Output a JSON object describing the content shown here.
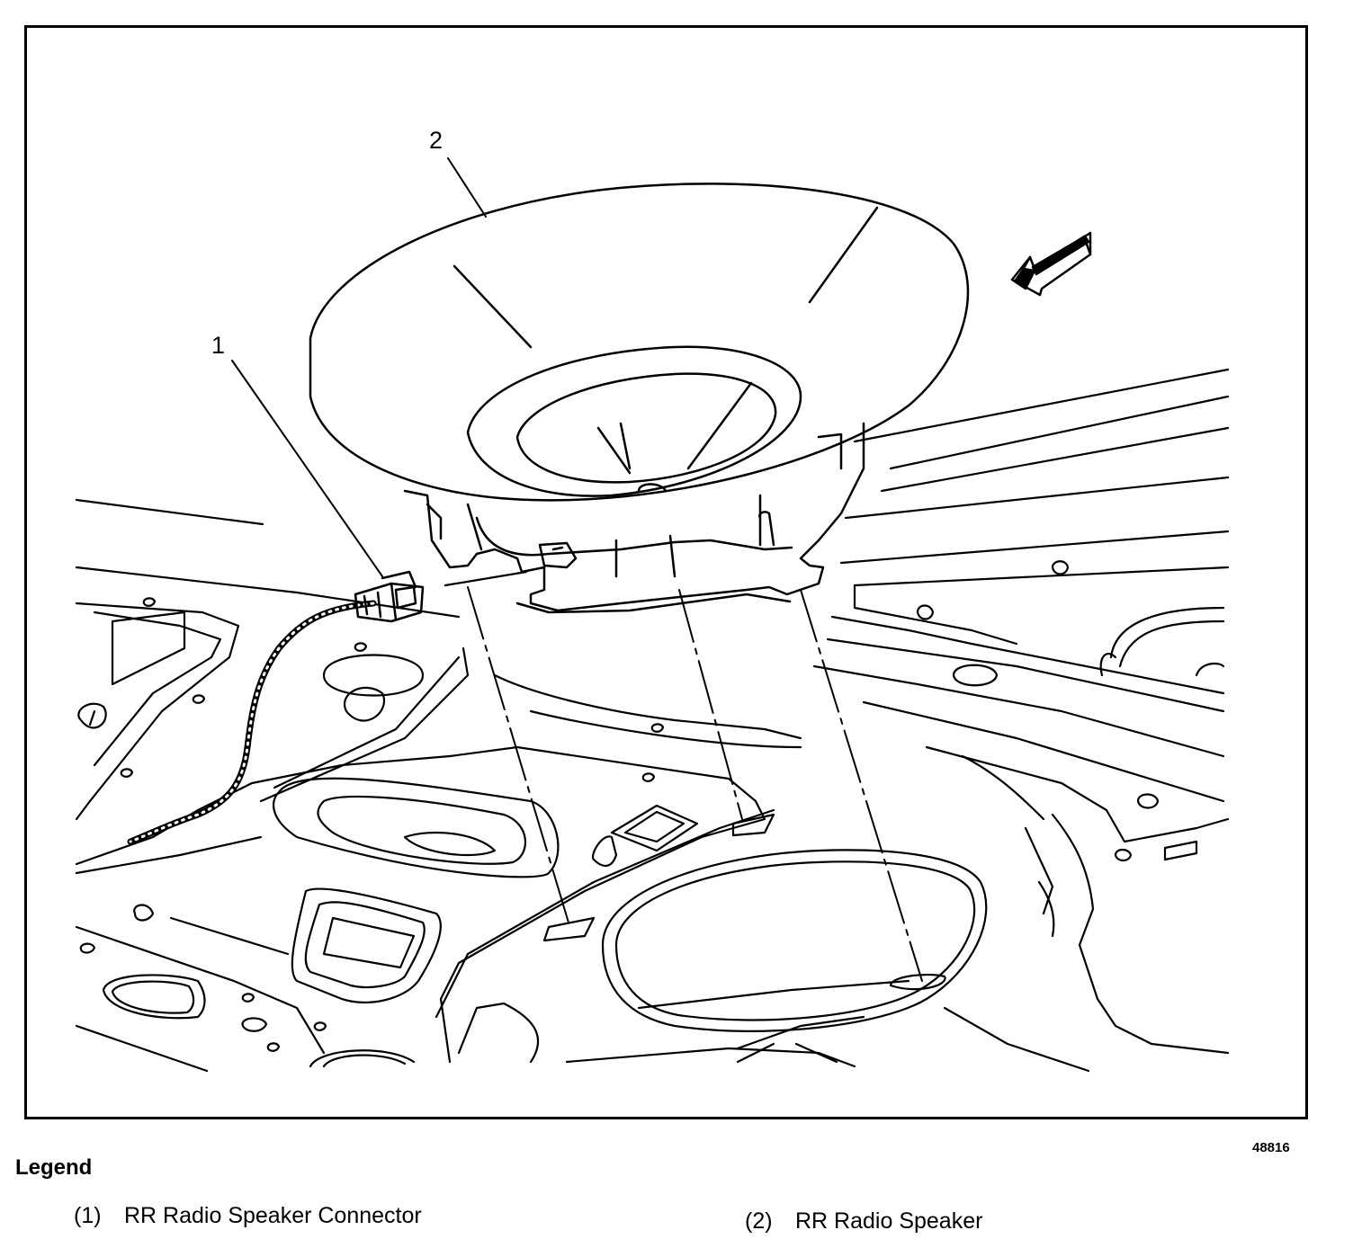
{
  "diagram": {
    "callouts": [
      {
        "id": "1",
        "label": "1"
      },
      {
        "id": "2",
        "label": "2"
      }
    ],
    "figure_id": "48816",
    "line_color": "#000000",
    "background_color": "#ffffff"
  },
  "legend": {
    "title": "Legend",
    "items": [
      {
        "number": "(1)",
        "text": "RR Radio Speaker Connector"
      },
      {
        "number": "(2)",
        "text": "RR Radio Speaker"
      }
    ]
  }
}
